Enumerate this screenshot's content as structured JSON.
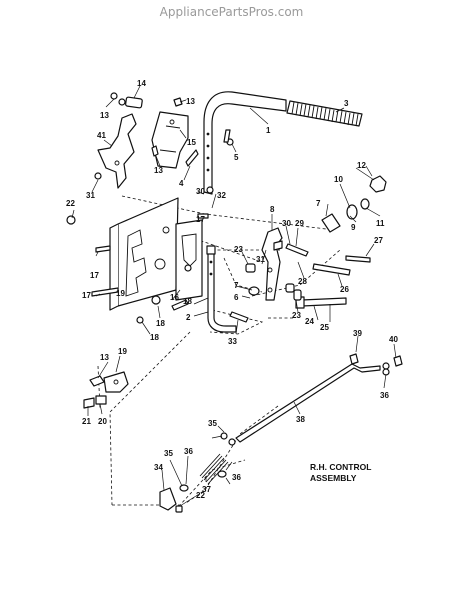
{
  "watermark": "AppliancePartsPros.com",
  "caption": {
    "line1": "R.H. CONTROL",
    "line2": "ASSEMBLY"
  },
  "labels": {
    "p14": "14",
    "p13a": "13",
    "p13b": "13",
    "p13c": "13",
    "p13d": "13",
    "p41": "41",
    "p15": "15",
    "p1": "1",
    "p3": "3",
    "p5": "5",
    "p4": "4",
    "p22a": "22",
    "p22b": "22",
    "p31a": "31",
    "p31b": "31",
    "p30a": "30",
    "p30b": "30",
    "p32": "32",
    "p17a": "17",
    "p17b": "17",
    "p17c": "17",
    "p8": "8",
    "p29": "29",
    "p7a": "7",
    "p7b": "7",
    "p9": "9",
    "p10": "10",
    "p11": "11",
    "p12": "12",
    "p27": "27",
    "p28": "28",
    "p26": "26",
    "p23a": "23",
    "p23b": "23",
    "p24": "24",
    "p25": "25",
    "p6": "6",
    "p19": "19",
    "p16": "16",
    "p18a": "18",
    "p18b": "18",
    "p18c": "18",
    "p2": "2",
    "p33": "33",
    "p39": "39",
    "p40": "40",
    "p36a": "36",
    "p36b": "36",
    "p36c": "36",
    "p38": "38",
    "p21": "21",
    "p20": "20",
    "p35a": "35",
    "p35b": "35",
    "p34": "34",
    "p37": "37"
  },
  "icons": [
    "control-lever-icon",
    "handle-grip-icon",
    "mounting-plate-icon",
    "bolt-icon",
    "nut-icon",
    "washer-icon",
    "spring-icon",
    "control-rod-icon"
  ]
}
